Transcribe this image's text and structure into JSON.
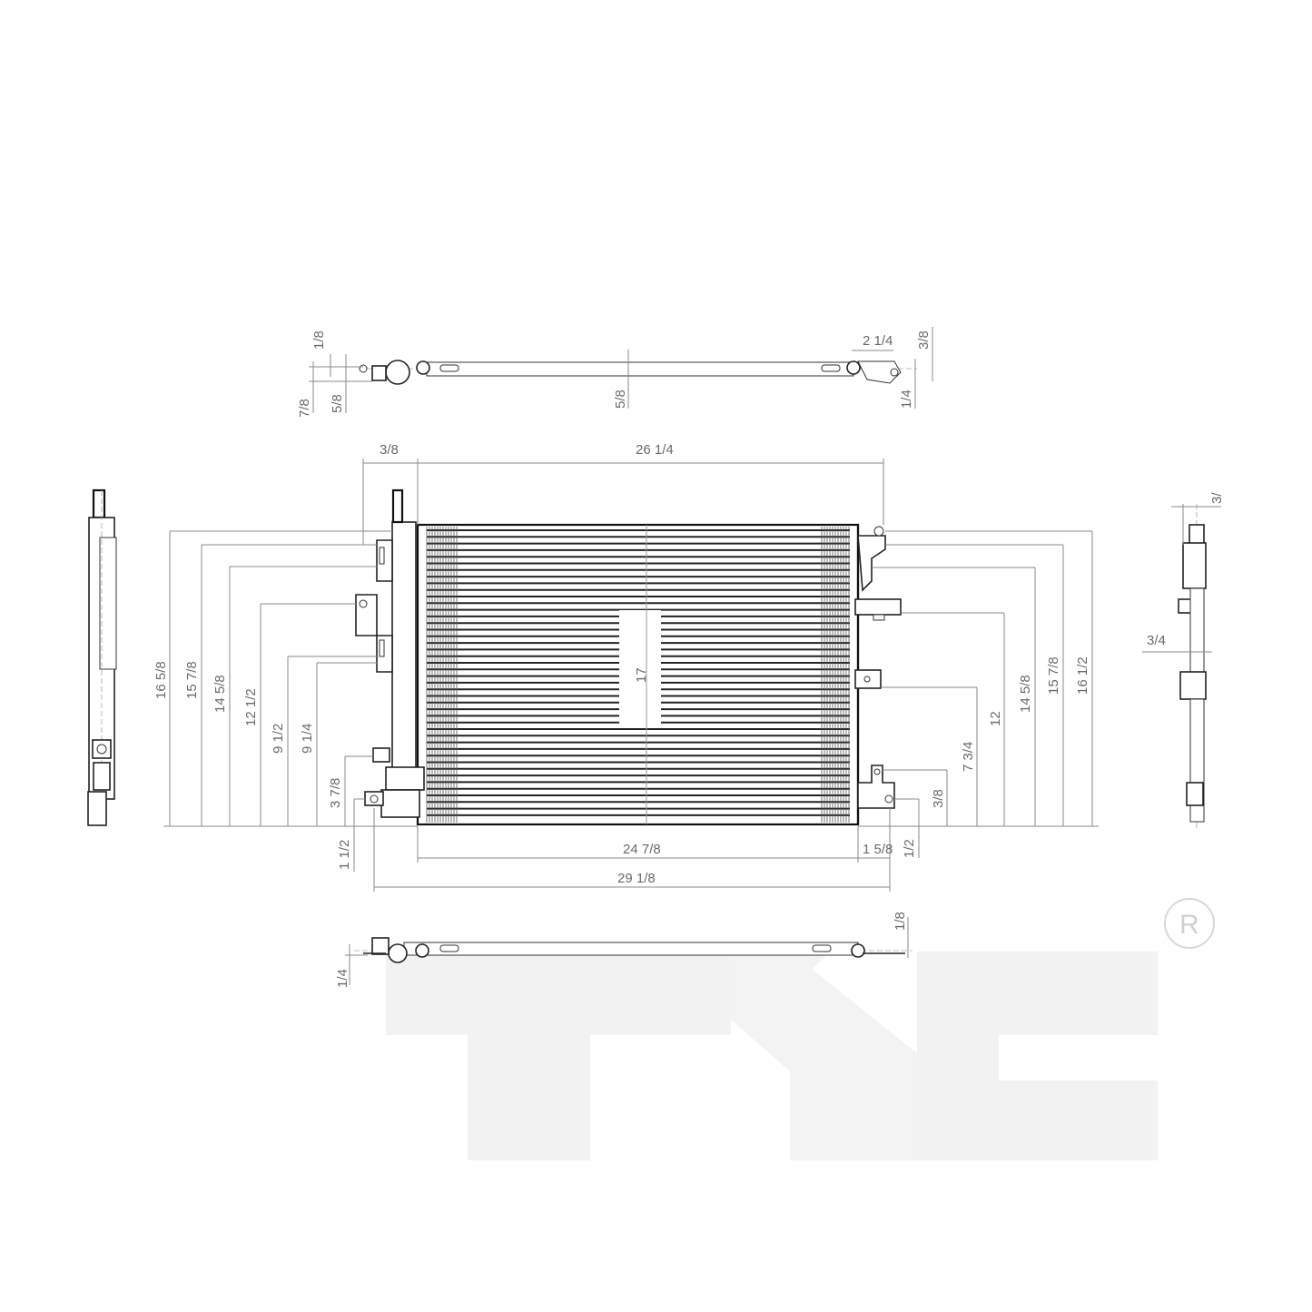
{
  "drawing": {
    "subject": "A/C condenser technical drawing",
    "units": "inches",
    "colors": {
      "line": "#222222",
      "dimension": "#8a8a8a",
      "label": "#6a6a6a",
      "watermark": "#f2f2f2",
      "background": "#ffffff"
    }
  },
  "views": {
    "top": {
      "dims": {
        "left_a": "1/8",
        "left_b": "7/8",
        "left_c": "5/8",
        "center": "5/8",
        "right_width": "2 1/4",
        "right_a": "3/8",
        "right_b": "1/4"
      }
    },
    "front": {
      "dims": {
        "top_left": "3/8",
        "top_width": "26 1/4",
        "core_center": "17",
        "left_heights": [
          "16 5/8",
          "15 7/8",
          "14 5/8",
          "12 1/2",
          "9 1/2",
          "9 1/4",
          "3 7/8",
          "1 1/2"
        ],
        "right_heights": [
          "16 1/2",
          "15 7/8",
          "14 5/8",
          "12",
          "7 3/4",
          "3/8",
          "1/2"
        ],
        "bottom_core": "24 7/8",
        "bottom_right_offset": "1 5/8",
        "bottom_overall": "29 1/8"
      }
    },
    "right_side": {
      "dims": {
        "top": "3/",
        "mid": "3/4"
      }
    },
    "bottom": {
      "dims": {
        "left": "1/4",
        "right": "1/8"
      }
    }
  },
  "watermark": {
    "brand": "TYC",
    "registered_mark": "R"
  }
}
